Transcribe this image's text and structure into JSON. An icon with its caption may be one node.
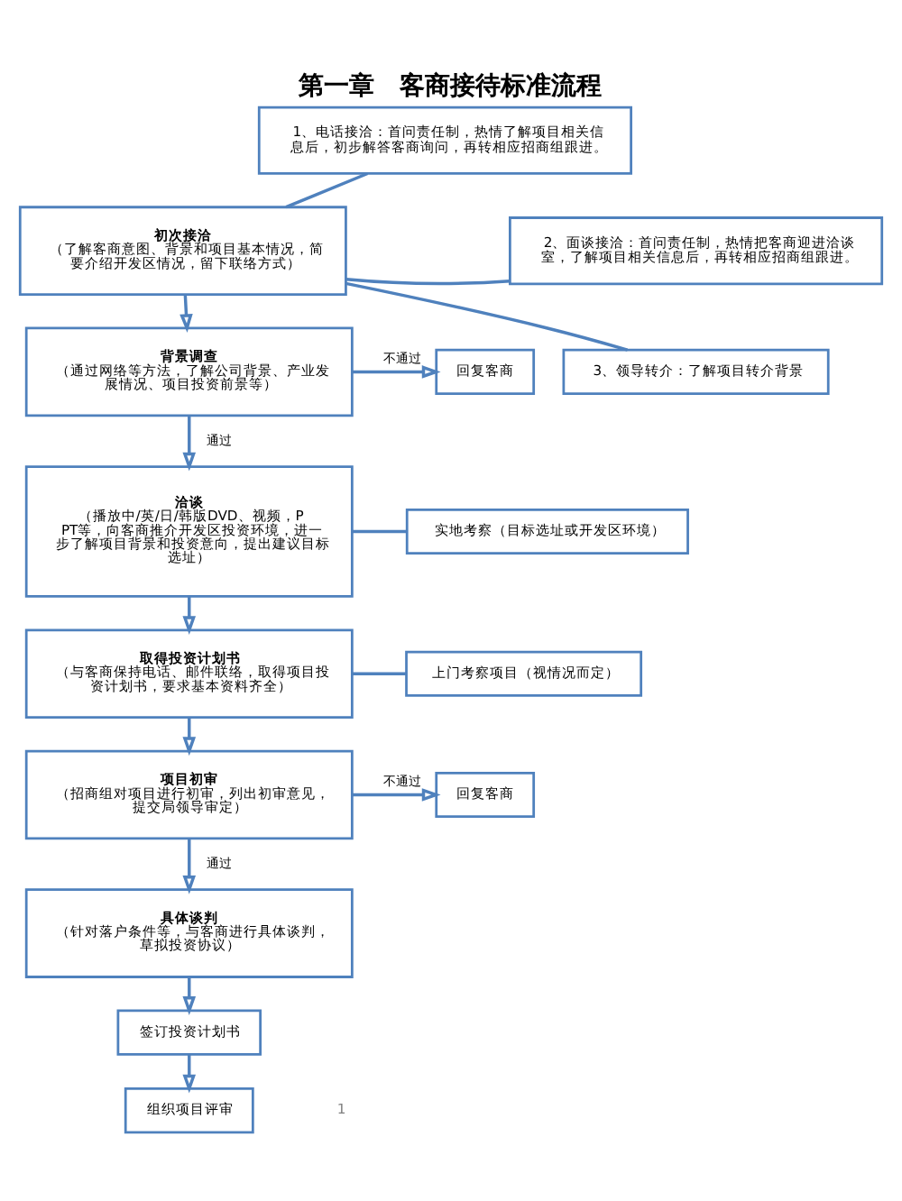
{
  "diagram": {
    "title": "第一章　客商接待标准流程",
    "nodes": [
      {
        "text": [
          "初次接洽",
          "（了解客商意图、背景和项目基本情况，简要介绍开发区情况，留下联络方式）"
        ]
      },
      {
        "text": [
          "1、电话接洽：首问责任制，热情了解项目相关信息后，初步解答客商询问，再转相应招商组跟进。"
        ]
      },
      {
        "text": [
          "2、面谈接洽：首问责任制，热情把客商迎进洽谈室，了解项目相关信息后，再转相应招商组跟进。"
        ]
      },
      {
        "text": [
          "3、领导转介：了解项目转介背景"
        ]
      },
      {
        "text": [
          "背景调查",
          "（通过网络等方法，了解公司背景、产业发展情况、项目投资前景等）"
        ]
      },
      {
        "text": [
          "回复客商"
        ]
      },
      {
        "text": [
          "洽谈",
          "（播放中/英/日/韩版DVD、视频，PPT等，向客商推介开发区投资环境，进一步了解项目背景和投资意向，提出建议目标选址）"
        ]
      },
      {
        "text": [
          "实地考察（目标选址或开发区环境）"
        ]
      },
      {
        "text": [
          "取得投资计划书",
          "（与客商保持电话、邮件联络，取得项目投资计划书，要求基本资料齐全）"
        ]
      },
      {
        "text": [
          "上门考察项目（视情况而定）"
        ]
      },
      {
        "text": [
          "项目初审",
          "（招商组对项目进行初审，列出初审意见，提交局领导审定）"
        ]
      },
      {
        "text": [
          "回复客商"
        ]
      },
      {
        "text": [
          "具体谈判",
          "（针对落户条件等，与客商进行具体谈判，草拟投资协议）"
        ]
      },
      {
        "text": [
          "签订投资计划书"
        ]
      },
      {
        "text": [
          "组织项目评审"
        ]
      }
    ],
    "edges": [
      {
        "from": 0,
        "to": 1,
        "arrow": "none"
      },
      {
        "from": 0,
        "to": 2,
        "arrow": "none"
      },
      {
        "from": 0,
        "to": 3,
        "arrow": "none"
      },
      {
        "from": 0,
        "to": 4,
        "arrow": "to"
      },
      {
        "from": 4,
        "to": 5,
        "arrow": "to",
        "label": "不通过"
      },
      {
        "from": 4,
        "to": 6,
        "arrow": "to",
        "label": "通过"
      },
      {
        "from": 6,
        "to": 7,
        "arrow": "none"
      },
      {
        "from": 6,
        "to": 8,
        "arrow": "to"
      },
      {
        "from": 8,
        "to": 9,
        "arrow": "none"
      },
      {
        "from": 8,
        "to": 10,
        "arrow": "to"
      },
      {
        "from": 10,
        "to": 11,
        "arrow": "to",
        "label": "不通过"
      },
      {
        "from": 10,
        "to": 12,
        "arrow": "to",
        "label": "通过"
      },
      {
        "from": 12,
        "to": 13,
        "arrow": "to"
      },
      {
        "from": 13,
        "to": 14,
        "arrow": "to"
      }
    ],
    "labels": [
      "1"
    ]
  }
}
